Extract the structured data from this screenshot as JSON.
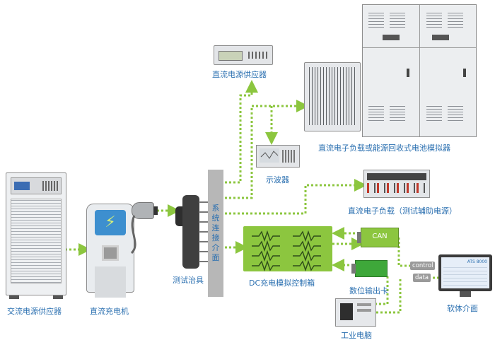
{
  "labels": {
    "ac_supply": "交流电源供应器",
    "dc_charger": "直流充电机",
    "test_fixture": "测试治具",
    "system_interface": "系统连接介面",
    "dc_supply": "直流电源供应器",
    "battery_sim": "直流电子负载或能源回收式电池模拟器",
    "oscilloscope": "示波器",
    "aux_load": "直流电子负载（测试辅助电源）",
    "dc_sim_box": "DC充电模拟控制箱",
    "can": "CAN",
    "digital_io": "数位输出卡",
    "industrial_pc": "工业电脑",
    "software": "软体介面",
    "control": "control",
    "data": "data",
    "screen_title": "ATS 8000"
  },
  "colors": {
    "wire": "#8cc63f",
    "label": "#2a6fb0",
    "box_green": "#8cc63f",
    "interface_gray": "#b7b7b7"
  }
}
